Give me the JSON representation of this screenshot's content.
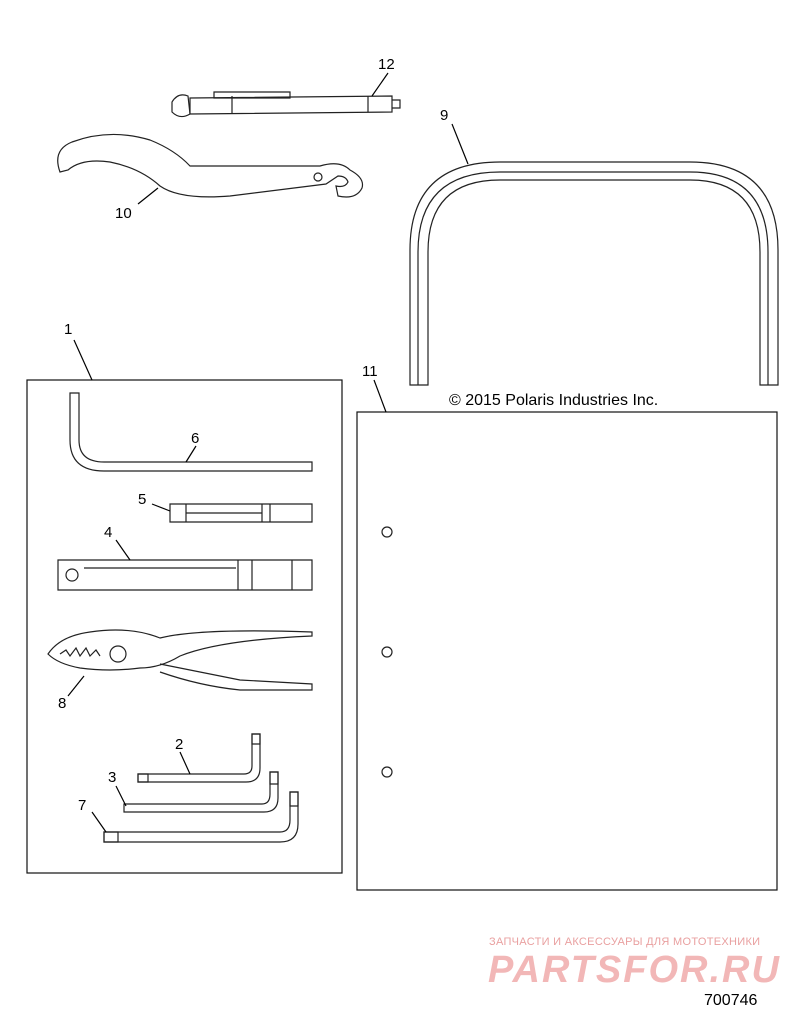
{
  "callouts": {
    "c1": "1",
    "c2": "2",
    "c3": "3",
    "c4": "4",
    "c5": "5",
    "c6": "6",
    "c7": "7",
    "c8": "8",
    "c9": "9",
    "c10": "10",
    "c11": "11",
    "c12": "12"
  },
  "copyright": "© 2015 Polaris Industries Inc.",
  "watermark": {
    "tagline": "ЗАПЧАСТИ И АКСЕССУАРЫ ДЛЯ МОТОТЕХНИКИ",
    "logo_text": "PARTSFOR.RU"
  },
  "figure_number": "700746"
}
